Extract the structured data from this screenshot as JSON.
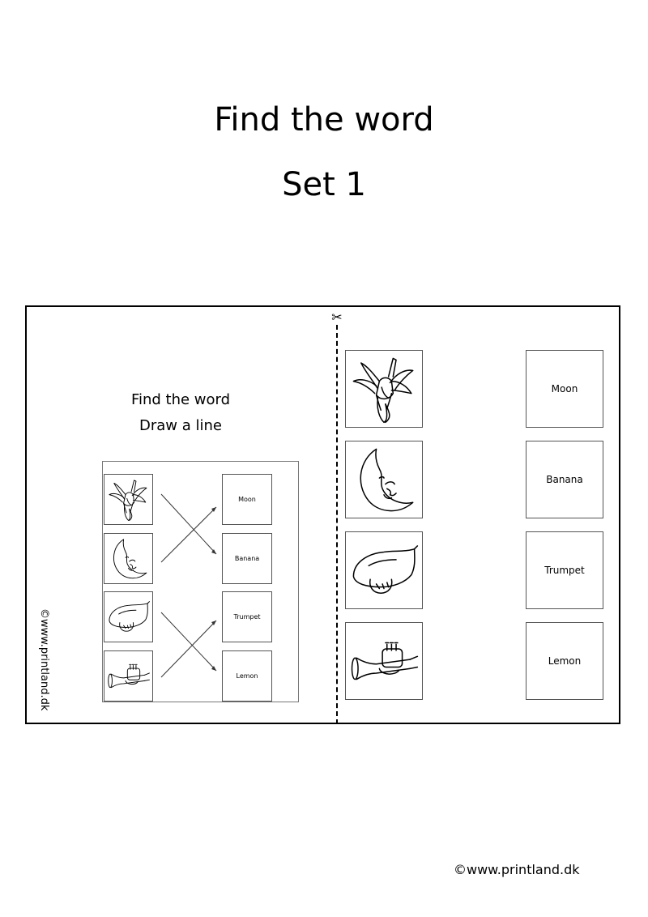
{
  "header": {
    "title": "Find the word",
    "subtitle": "Set 1"
  },
  "preview": {
    "instruction_1": "Find the word",
    "instruction_2": "Draw a line",
    "watermark": "©www.printland.dk",
    "words": [
      "Moon",
      "Banana",
      "Trumpet",
      "Lemon"
    ],
    "pictures": [
      "banana-icon",
      "moon-icon",
      "lemon-icon",
      "trumpet-icon"
    ]
  },
  "cards": {
    "pictures": [
      "banana-icon",
      "moon-icon",
      "lemon-icon",
      "trumpet-icon"
    ],
    "words": [
      "Moon",
      "Banana",
      "Trumpet",
      "Lemon"
    ],
    "cut_marker": "scissors-icon"
  },
  "footer": {
    "copyright": "©www.printland.dk"
  }
}
